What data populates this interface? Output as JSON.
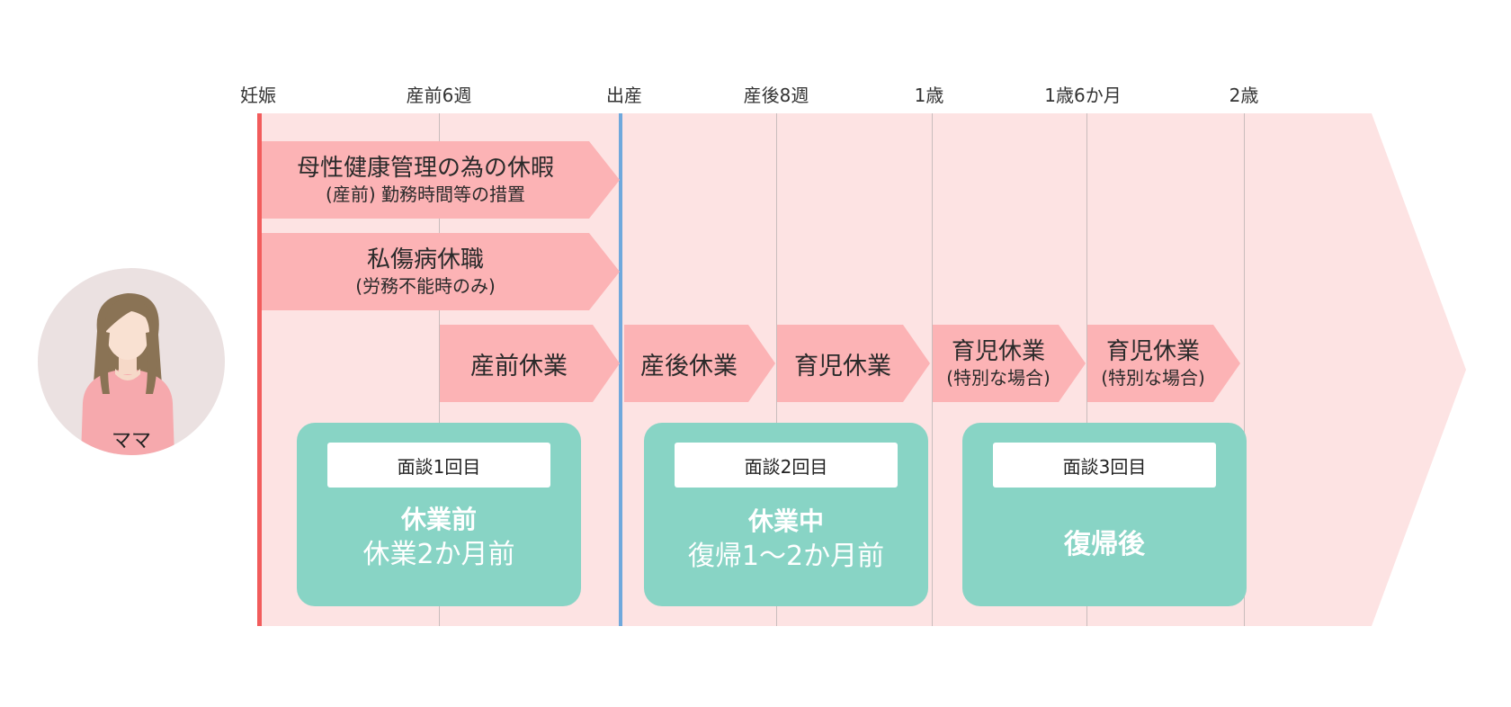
{
  "timeline": {
    "ticks": [
      "妊娠",
      "産前6週",
      "出産",
      "産後8週",
      "1歳",
      "1歳6か月",
      "2歳"
    ]
  },
  "person": {
    "label": "ママ"
  },
  "arrows": {
    "maternal_health": {
      "line1": "母性健康管理の為の休暇",
      "line2": "(産前) 勤務時間等の措置"
    },
    "sick_leave": {
      "line1": "私傷病休職",
      "line2": "(労務不能時のみ)"
    },
    "prenatal_leave": {
      "label": "産前休業"
    },
    "postnatal_leave": {
      "label": "産後休業"
    },
    "childcare_leave": {
      "label": "育児休業"
    },
    "childcare_special_1": {
      "line1": "育児休業",
      "line2": "(特別な場合)"
    },
    "childcare_special_2": {
      "line1": "育児休業",
      "line2": "(特別な場合)"
    }
  },
  "interviews": [
    {
      "tag": "面談1回目",
      "title": "休業前",
      "subtitle": "休業2か月前"
    },
    {
      "tag": "面談2回目",
      "title": "休業中",
      "subtitle": "復帰1～2か月前"
    },
    {
      "tag": "面談3回目",
      "title": "復帰後",
      "subtitle": ""
    }
  ],
  "colors": {
    "band": "#fde3e3",
    "arrow": "#fcb3b5",
    "start_line": "#f25c5c",
    "birth_line": "#6fa8dc",
    "interview_box": "#88d4c5"
  }
}
